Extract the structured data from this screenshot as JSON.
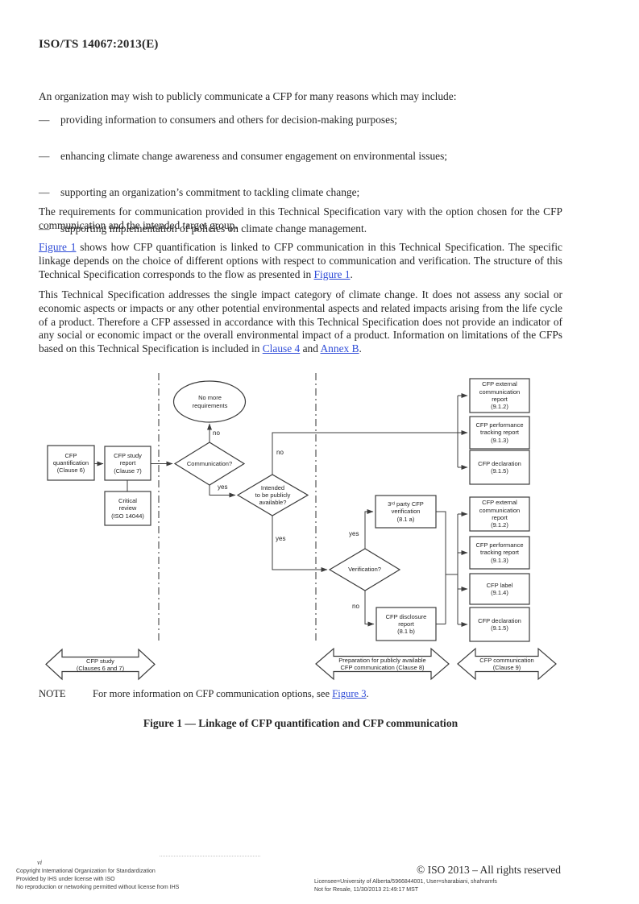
{
  "header": {
    "doc_id": "ISO/TS 14067:2013(E)"
  },
  "body": {
    "p1": "An organization may wish to publicly communicate a CFP for many reasons which may include:",
    "bullet_dash": "—",
    "bullets": [
      {
        "text": "providing information to consumers and others for decision-making purposes;"
      },
      {
        "text": "enhancing climate change awareness and consumer engagement on environmental issues;"
      },
      {
        "text": "supporting an organization’s commitment to tackling climate change;"
      },
      {
        "text": "supporting implementation of policies on climate change management."
      }
    ],
    "p2": "The requirements for communication provided in this Technical Specification vary with the option chosen for the CFP communication and the intended target group.",
    "p3": {
      "link1": "Figure 1",
      "t1": " shows how CFP quantification is linked to CFP communication in this Technical Specification. The specific linkage depends on the choice of different options with respect to communication and verification. The structure of this Technical Specification corresponds to the flow as presented in ",
      "link2": "Figure 1",
      "t2": "."
    },
    "p4": {
      "t1": "This Technical Specification addresses the single impact category of climate change. It does not assess any social or economic aspects or impacts or any other potential environmental aspects and related impacts arising from the life cycle of a product. Therefore a CFP assessed in accordance with this Technical Specification does not provide an indicator of any social or economic impact or the overall environmental impact of a product. Information on limitations of the CFPs based on this Technical Specification is included in ",
      "link1": "Clause 4",
      "t2": " and ",
      "link2": "Annex B",
      "t3": "."
    },
    "note": {
      "label": "NOTE",
      "text": "For more information on CFP communication options, see ",
      "link": "Figure 3",
      "suffix": "."
    },
    "caption": "Figure 1 — Linkage of CFP quantification and CFP communication"
  },
  "diagram": {
    "nodes": {
      "quantification": {
        "label": "CFP\nquantification\n(Clause 6)"
      },
      "study_report": {
        "label": "CFP study\nreport\n(Clause 7)"
      },
      "critical_review": {
        "label": "Critical\nreview\n(ISO 14044)"
      },
      "no_more": {
        "label": "No more\nrequirements"
      },
      "communication": {
        "label": "Communication?"
      },
      "intended": {
        "label": "Intended\nto be publicly\navailable?"
      },
      "verification": {
        "label": "Verification?"
      },
      "third_party": {
        "label": "3ʳᵈ party CFP\nverification\n(8.1 a)"
      },
      "disclosure": {
        "label": "CFP disclosure\nreport\n(8.1 b)"
      },
      "ext_comm_1": {
        "label": "CFP external\ncommunication\nreport\n(9.1.2)"
      },
      "perf_track_1": {
        "label": "CFP performance\ntracking report\n(9.1.3)"
      },
      "declaration_1": {
        "label": "CFP declaration\n(9.1.5)"
      },
      "ext_comm_2": {
        "label": "CFP external\ncommunication\nreport\n(9.1.2)"
      },
      "perf_track_2": {
        "label": "CFP performance\ntracking report\n(9.1.3)"
      },
      "cfp_label": {
        "label": "CFP label\n(9.1.4)"
      },
      "declaration_2": {
        "label": "CFP declaration\n(9.1.5)"
      }
    },
    "edge_labels": {
      "comm_no": "no",
      "comm_yes": "yes",
      "intended_no": "no",
      "intended_yes": "yes",
      "verif_yes": "yes",
      "verif_no": "no"
    },
    "banners": {
      "study": {
        "label": "CFP study\n(Clauses 6 and 7)"
      },
      "preparation": {
        "label": "Preparation for publicly available\nCFP communication (Clause 8)"
      },
      "communication": {
        "label": "CFP communication\n(Clause 9)"
      }
    }
  },
  "footer": {
    "page_number": "vi",
    "copyright_lines": [
      "Copyright International Organization for Standardization",
      "Provided by IHS under license with ISO",
      "No reproduction or networking permitted without license from IHS"
    ],
    "rights": "© ISO 2013 – All rights reserved",
    "license_line1": "Licensee=University of Alberta/5966844001, User=sharabiani, shahramfs",
    "license_line2": "Not for Resale, 11/30/2013 21:49:17 MST"
  },
  "colors": {
    "link": "#2e4bd7",
    "ink": "#262626",
    "stroke": "#3c3c3c"
  }
}
